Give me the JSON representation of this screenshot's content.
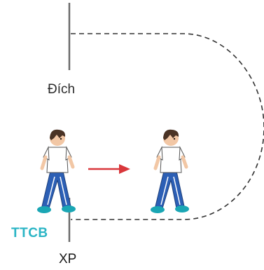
{
  "labels": {
    "finish": "Đích",
    "ready": "TTCB",
    "start": "XP"
  },
  "colors": {
    "arrow": "#d9373b",
    "ready_text": "#2bb5c5",
    "shirt": "#ffffff",
    "pants": "#2c5fb5",
    "hair": "#4a3325",
    "skin": "#f2c7a5",
    "shoes": "#1aa6b4",
    "path": "#333333"
  },
  "figures": [
    {
      "name": "boy-ready",
      "icon": "running-boy-icon"
    },
    {
      "name": "boy-running",
      "icon": "running-boy-icon"
    }
  ]
}
